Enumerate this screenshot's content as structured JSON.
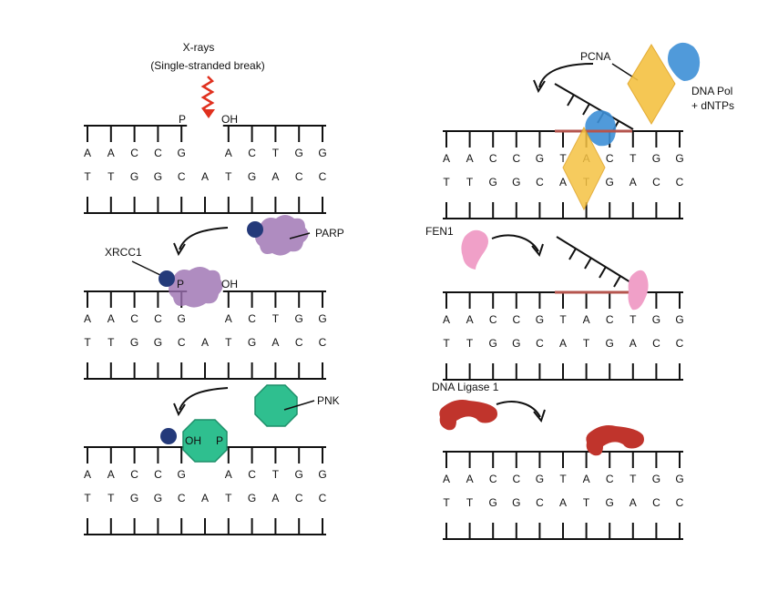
{
  "colors": {
    "strand": "#111111",
    "xray": "#e0301e",
    "parp": "#9b6fb0",
    "xrcc1": "#243a7a",
    "pnk": "#2fbf8f",
    "pcna": "#3d8fd6",
    "pol": "#f5c242",
    "fen1": "#f0a0c8",
    "ligase": "#c0342c",
    "flap_highlight": "#b5554e"
  },
  "left": {
    "stimulus": {
      "line1": "X-rays",
      "line2": "(Single-stranded break)"
    },
    "break_ends": {
      "p": "P",
      "oh": "OH"
    },
    "step1": {
      "top_seq": [
        "A",
        "A",
        "C",
        "C",
        "G",
        "",
        "A",
        "C",
        "T",
        "G",
        "G"
      ],
      "bottom_seq": [
        "T",
        "T",
        "G",
        "G",
        "C",
        "A",
        "T",
        "G",
        "A",
        "C",
        "C"
      ]
    },
    "step2": {
      "incoming_label": "PARP",
      "xrcc1_label": "XRCC1",
      "p_mark": "P",
      "oh_mark": "OH",
      "top_seq": [
        "A",
        "A",
        "C",
        "C",
        "G",
        "",
        "A",
        "C",
        "T",
        "G",
        "G"
      ],
      "bottom_seq": [
        "T",
        "T",
        "G",
        "G",
        "C",
        "A",
        "T",
        "G",
        "A",
        "C",
        "C"
      ]
    },
    "step3": {
      "incoming_label": "PNK",
      "oh_mark": "OH",
      "p_mark": "P",
      "top_seq": [
        "A",
        "A",
        "C",
        "C",
        "G",
        "",
        "A",
        "C",
        "T",
        "G",
        "G"
      ],
      "bottom_seq": [
        "T",
        "T",
        "G",
        "G",
        "C",
        "A",
        "T",
        "G",
        "A",
        "C",
        "C"
      ]
    }
  },
  "right": {
    "step1": {
      "pcna_label": "PCNA",
      "pol_label_line1": "DNA Pol",
      "pol_label_line2": "+ dNTPs",
      "top_seq": [
        "A",
        "A",
        "C",
        "C",
        "G",
        "T",
        "A",
        "C",
        "T",
        "G",
        "G"
      ],
      "bottom_seq": [
        "T",
        "T",
        "G",
        "G",
        "C",
        "A",
        "T",
        "G",
        "A",
        "C",
        "C"
      ]
    },
    "step2": {
      "fen1_label": "FEN1",
      "top_seq": [
        "A",
        "A",
        "C",
        "C",
        "G",
        "T",
        "A",
        "C",
        "T",
        "G",
        "G"
      ],
      "bottom_seq": [
        "T",
        "T",
        "G",
        "G",
        "C",
        "A",
        "T",
        "G",
        "A",
        "C",
        "C"
      ]
    },
    "step3": {
      "ligase_label": "DNA Ligase 1",
      "top_seq": [
        "A",
        "A",
        "C",
        "C",
        "G",
        "T",
        "A",
        "C",
        "T",
        "G",
        "G"
      ],
      "bottom_seq": [
        "T",
        "T",
        "G",
        "G",
        "C",
        "A",
        "T",
        "G",
        "A",
        "C",
        "C"
      ]
    }
  }
}
